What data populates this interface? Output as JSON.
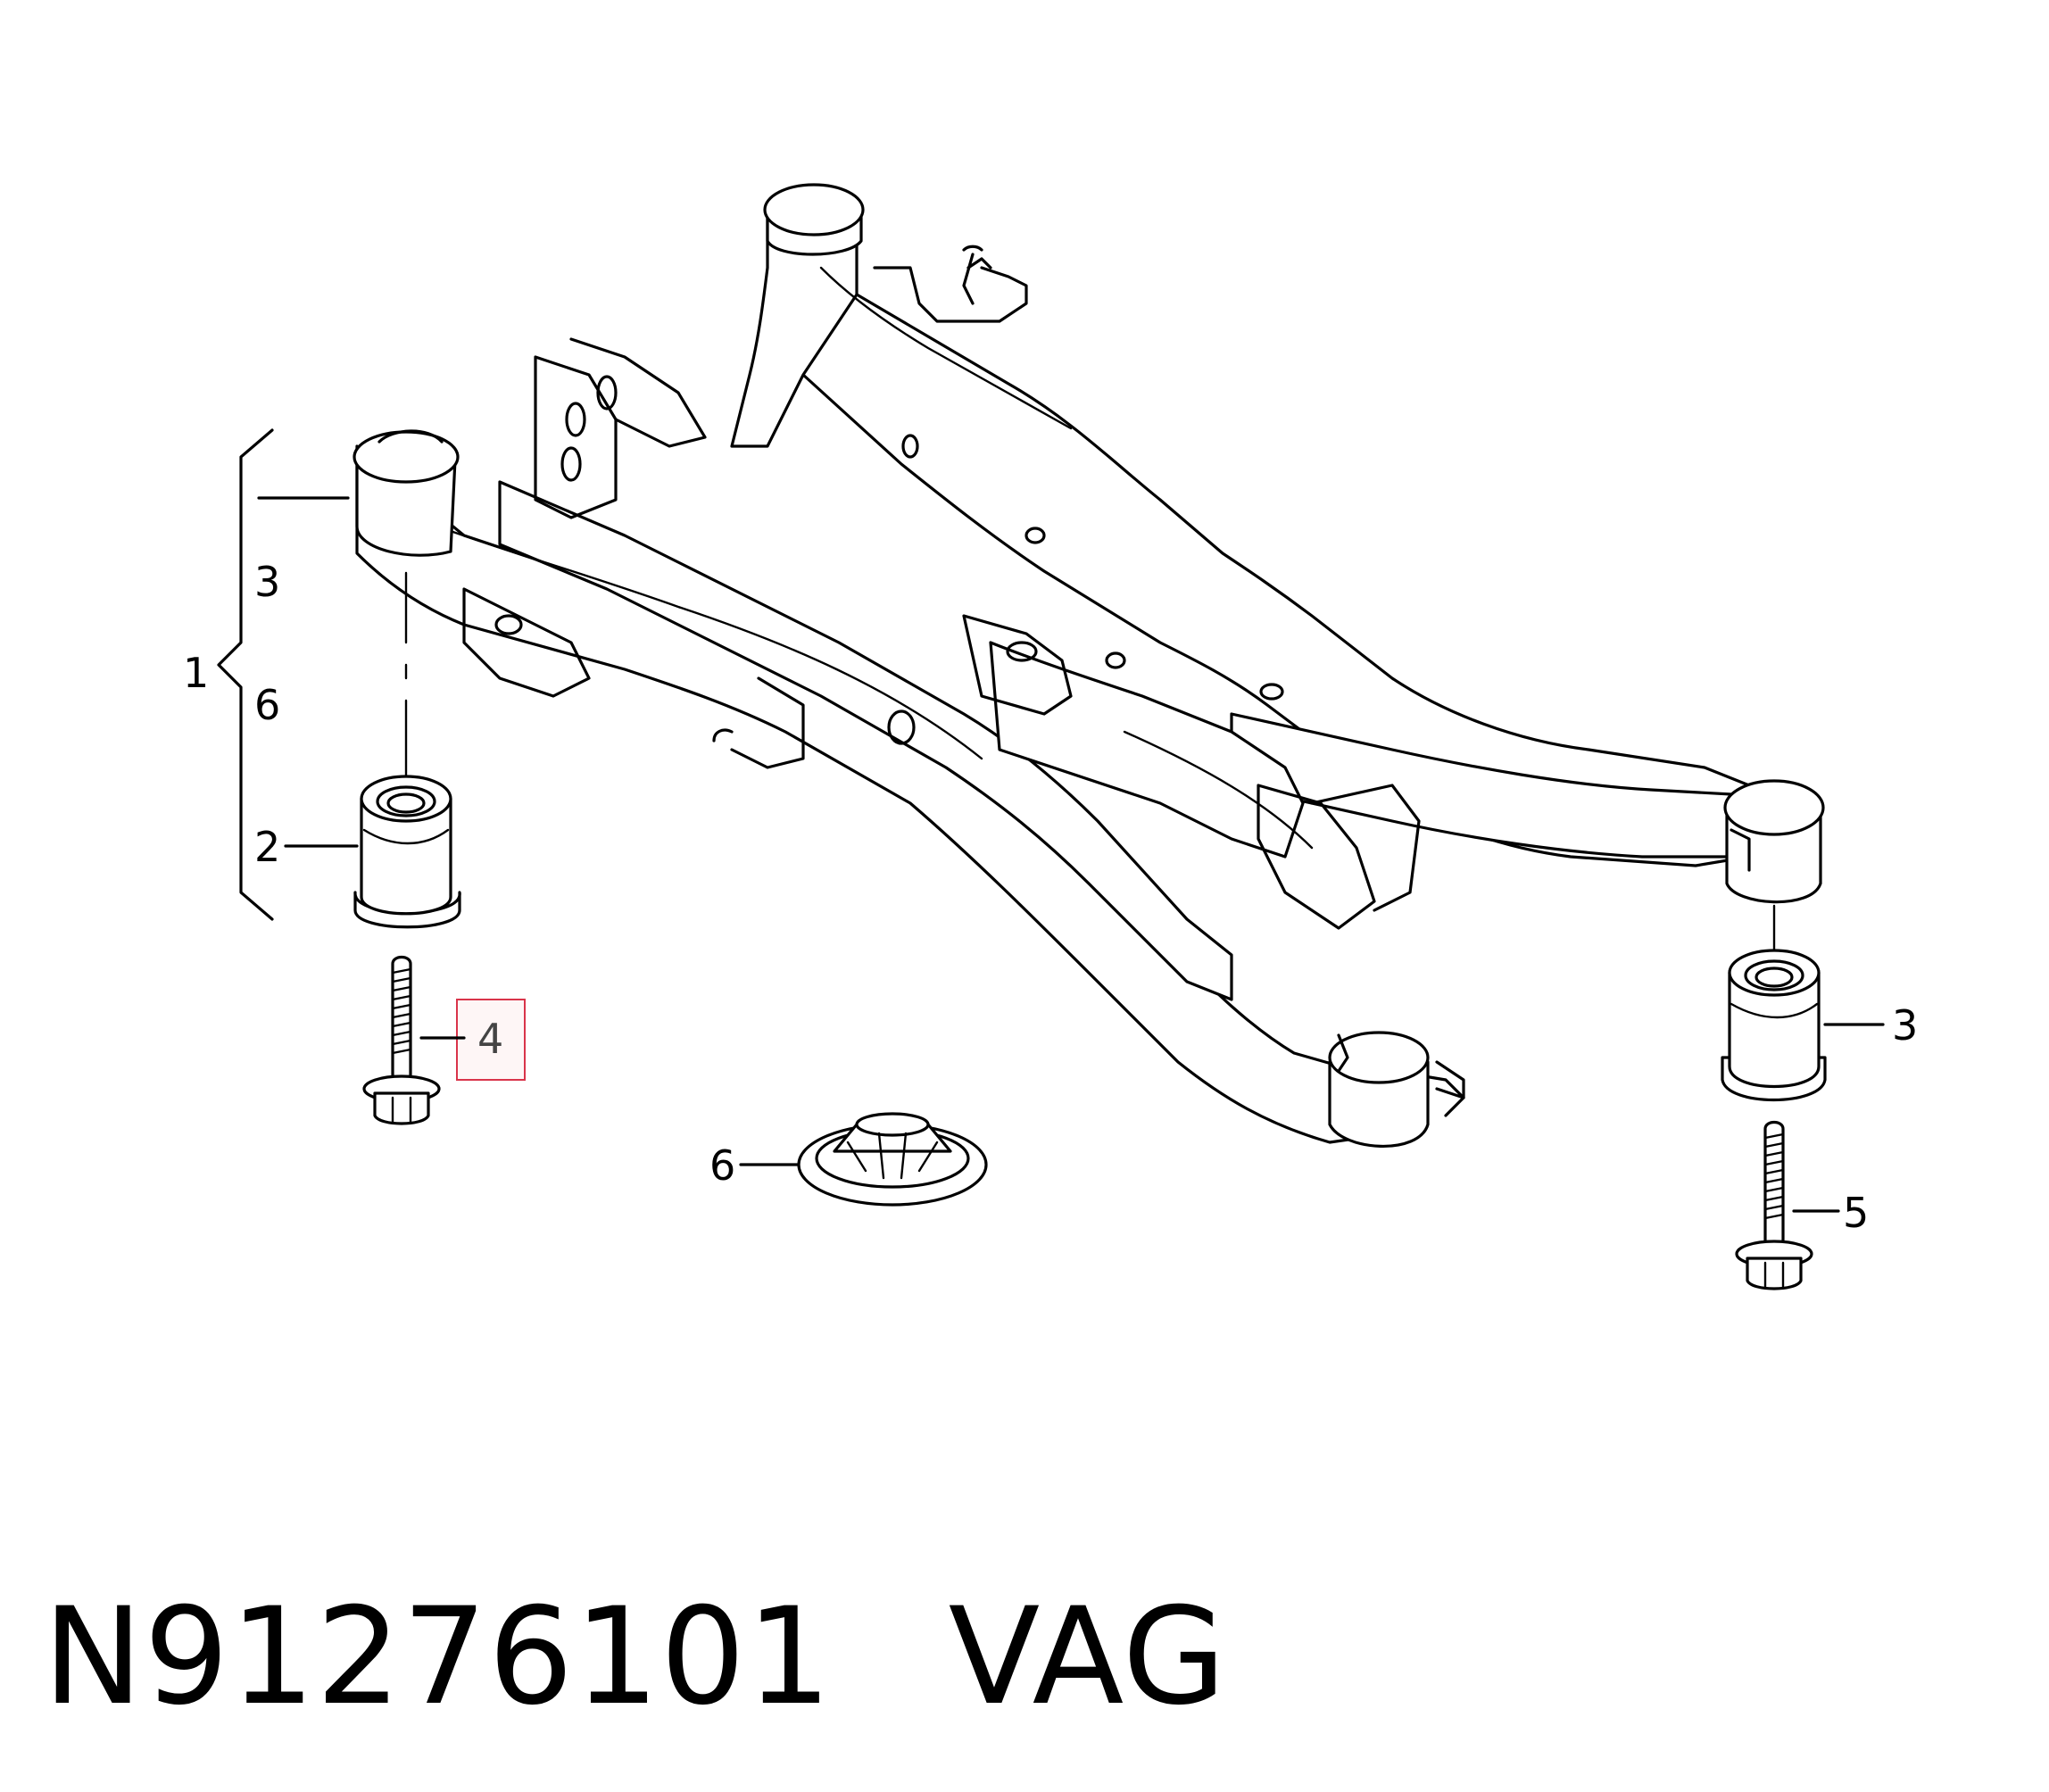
{
  "callouts": {
    "group": "1",
    "group_item_a": "3",
    "group_item_b": "6",
    "bushing_left": "2",
    "bolt_left": "4",
    "bushing_right": "3",
    "bolt_right": "5",
    "mount_cap": "6"
  },
  "footer": {
    "part_number": "N91276101",
    "brand": "VAG"
  },
  "highlight": {
    "callout": "4",
    "color": "#d9344a"
  }
}
